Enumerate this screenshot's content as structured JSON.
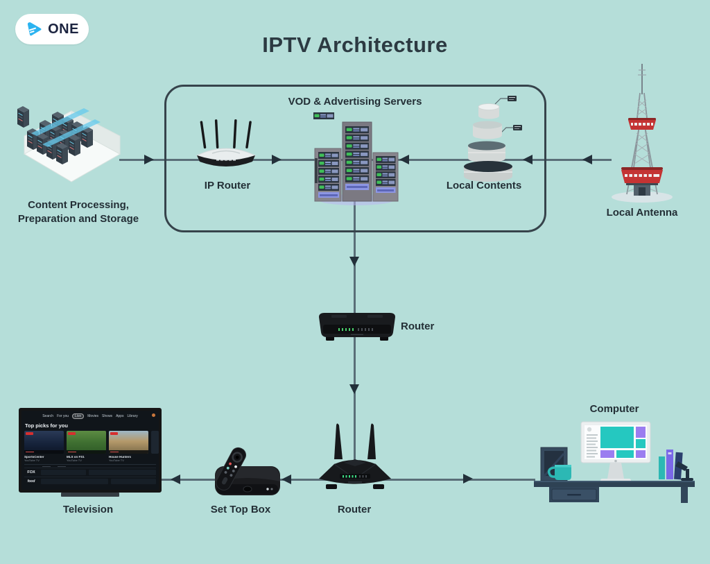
{
  "title": "IPTV Architecture",
  "logo": {
    "text": "ONE"
  },
  "nodes": {
    "content_processing": {
      "line1": "Content Processing,",
      "line2": "Preparation and Storage"
    },
    "ip_router": {
      "label": "IP Router"
    },
    "vod_servers": {
      "label": "VOD & Advertising Servers"
    },
    "local_contents": {
      "label": "Local Contents"
    },
    "local_antenna": {
      "label": "Local Antenna"
    },
    "core_router": {
      "label": "Router"
    },
    "television": {
      "label": "Television"
    },
    "set_top_box": {
      "label": "Set Top Box"
    },
    "home_router": {
      "label": "Router"
    },
    "computer": {
      "label": "Computer"
    }
  },
  "tv": {
    "menu": [
      "Search",
      "For you",
      "Live",
      "Movies",
      "Shows",
      "Apps",
      "Library"
    ],
    "active_item": "Live",
    "heading": "Top picks for you",
    "cards": [
      {
        "title": "SportsCenter",
        "subtitle": "YouTube TV"
      },
      {
        "title": "MLS on FS1",
        "subtitle": "YouTube TV"
      },
      {
        "title": "House Hunters",
        "subtitle": "YouTube TV"
      }
    ],
    "channels": [
      "FOX",
      "food"
    ]
  },
  "colors": {
    "background": "#b5ded9",
    "line": "#5a6e78",
    "arrow": "#23303a",
    "frame_border": "#36434b",
    "text_dark": "#232f36",
    "logo_blue": "#2bb3f0",
    "accent_teal": "#2cb8b4",
    "accent_purple": "#7a68e8",
    "live_red": "#d62f2f"
  }
}
